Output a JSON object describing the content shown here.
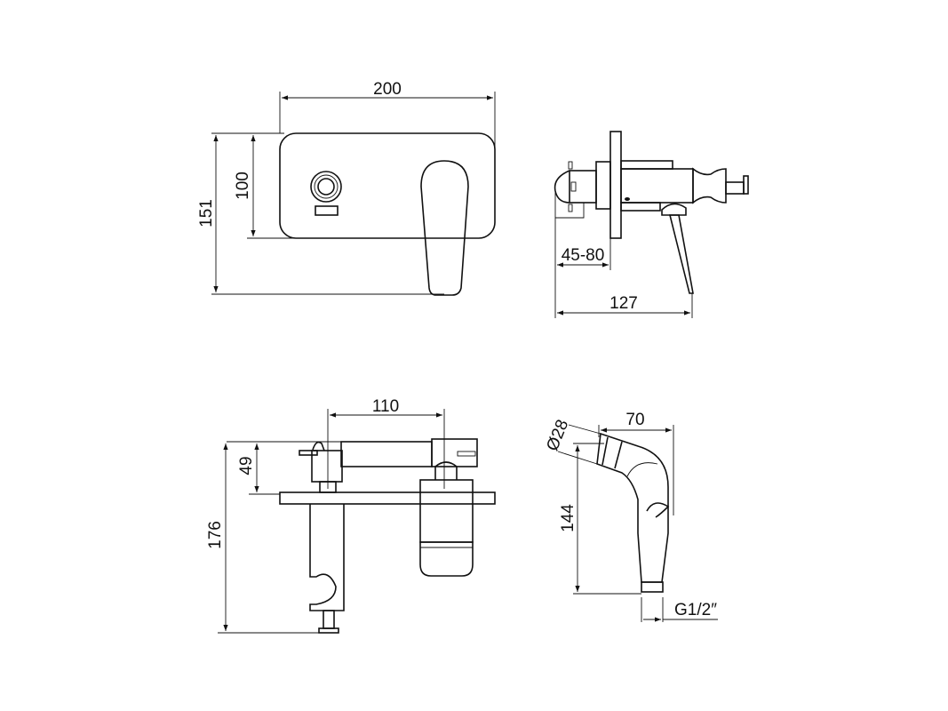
{
  "front_view": {
    "width_label": "200",
    "plate_height_label": "100",
    "total_height_label": "151"
  },
  "side_view": {
    "wall_depth_label": "45-80",
    "total_depth_label": "127"
  },
  "top_view": {
    "spacing_label": "110",
    "height_label": "49",
    "total_label": "176"
  },
  "shower_head": {
    "width_label": "70",
    "diameter_label": "Ø28",
    "length_label": "144",
    "thread_label": "G1/2″"
  },
  "colors": {
    "line": "#111111",
    "background": "#ffffff"
  }
}
